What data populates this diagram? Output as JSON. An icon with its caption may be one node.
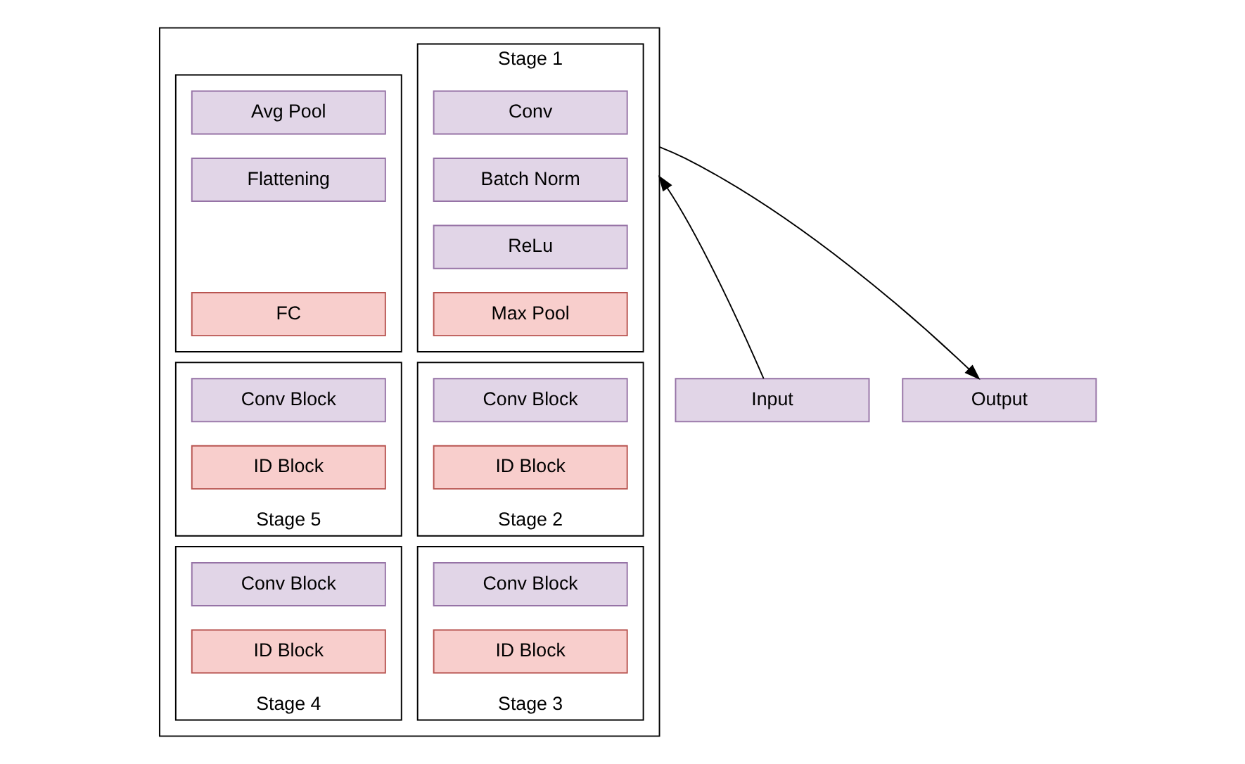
{
  "diagram": {
    "nodes": [
      {
        "text": [
          "Input"
        ]
      },
      {
        "text": [],
        "shape": "box"
      },
      {
        "text": [
          "Stage 1"
        ],
        "in": 1
      },
      {
        "text": [
          "Conv"
        ],
        "in": 2
      },
      {
        "text": [
          "Batch Norm"
        ],
        "in": 2
      },
      {
        "text": [
          "ReLu"
        ],
        "in": 2
      },
      {
        "text": [
          "Max Pool"
        ],
        "in": 2
      },
      {
        "text": [],
        "shape": "box",
        "in": 1
      },
      {
        "text": [
          "Avg Pool"
        ],
        "in": 7
      },
      {
        "text": [
          "Flattening"
        ],
        "in": 7
      },
      {
        "text": [
          "FC"
        ],
        "in": 7
      },
      {
        "text": [
          "Stage 2"
        ],
        "in": 1
      },
      {
        "text": [
          "Conv Block"
        ],
        "in": 11
      },
      {
        "text": [
          "ID Block"
        ],
        "in": 11
      },
      {
        "text": [
          "Stage 5"
        ],
        "in": 1
      },
      {
        "text": [
          "Conv Block"
        ],
        "in": 14
      },
      {
        "text": [
          "ID Block"
        ],
        "in": 14
      },
      {
        "text": [
          "Stage 3"
        ],
        "in": 1
      },
      {
        "text": [
          "Conv Block"
        ],
        "in": 17
      },
      {
        "text": [
          "ID Block"
        ],
        "in": 17
      },
      {
        "text": [
          "Stage 4"
        ],
        "in": 1
      },
      {
        "text": [
          "Conv Block"
        ],
        "in": 20
      },
      {
        "text": [
          "ID Block"
        ],
        "in": 20
      },
      {
        "text": [
          "Output"
        ]
      }
    ],
    "edges": [
      {
        "from": 0,
        "to": 1,
        "arrow": "to"
      },
      {
        "from": 1,
        "to": 23,
        "arrow": "to"
      }
    ]
  }
}
